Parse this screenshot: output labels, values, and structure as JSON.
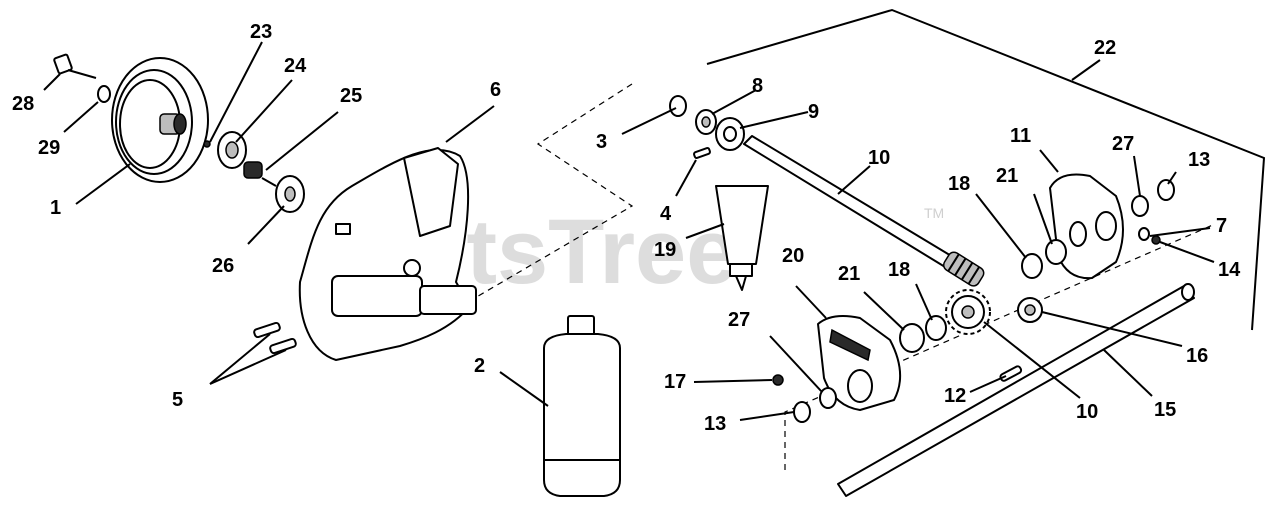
{
  "watermark": {
    "text": "PartsTree",
    "mark": "TM"
  },
  "callouts": [
    {
      "id": "c1",
      "label": "1"
    },
    {
      "id": "c2",
      "label": "2"
    },
    {
      "id": "c3",
      "label": "3"
    },
    {
      "id": "c4",
      "label": "4"
    },
    {
      "id": "c5",
      "label": "5"
    },
    {
      "id": "c6",
      "label": "6"
    },
    {
      "id": "c7",
      "label": "7"
    },
    {
      "id": "c8",
      "label": "8"
    },
    {
      "id": "c9",
      "label": "9"
    },
    {
      "id": "c10a",
      "label": "10"
    },
    {
      "id": "c10b",
      "label": "10"
    },
    {
      "id": "c11",
      "label": "11"
    },
    {
      "id": "c12",
      "label": "12"
    },
    {
      "id": "c13a",
      "label": "13"
    },
    {
      "id": "c13b",
      "label": "13"
    },
    {
      "id": "c14",
      "label": "14"
    },
    {
      "id": "c15",
      "label": "15"
    },
    {
      "id": "c16",
      "label": "16"
    },
    {
      "id": "c17",
      "label": "17"
    },
    {
      "id": "c18a",
      "label": "18"
    },
    {
      "id": "c18b",
      "label": "18"
    },
    {
      "id": "c19",
      "label": "19"
    },
    {
      "id": "c20",
      "label": "20"
    },
    {
      "id": "c21a",
      "label": "21"
    },
    {
      "id": "c21b",
      "label": "21"
    },
    {
      "id": "c22",
      "label": "22"
    },
    {
      "id": "c23",
      "label": "23"
    },
    {
      "id": "c24",
      "label": "24"
    },
    {
      "id": "c25",
      "label": "25"
    },
    {
      "id": "c26",
      "label": "26"
    },
    {
      "id": "c27a",
      "label": "27"
    },
    {
      "id": "c27b",
      "label": "27"
    },
    {
      "id": "c28",
      "label": "28"
    },
    {
      "id": "c29",
      "label": "29"
    }
  ]
}
